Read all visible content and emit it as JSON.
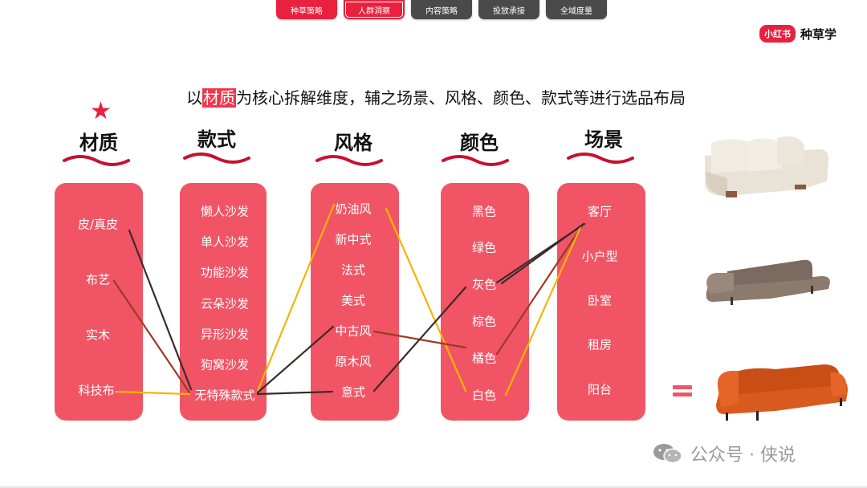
{
  "nav": {
    "tabs": [
      {
        "label": "种草策略"
      },
      {
        "label": "人群洞察"
      },
      {
        "label": "内容策略"
      },
      {
        "label": "投放承接"
      },
      {
        "label": "全域度量"
      }
    ]
  },
  "brand": {
    "badge": "小红书",
    "name": "种草学"
  },
  "headline": {
    "pre": "以",
    "highlight": "材质",
    "post": "为核心拆解维度，辅之场景、风格、颜色、款式等进行选品布局"
  },
  "columns": {
    "material": {
      "title": "材质",
      "items": [
        "皮/真皮",
        "布艺",
        "实木",
        "科技布"
      ]
    },
    "style_type": {
      "title": "款式",
      "items": [
        "懒人沙发",
        "单人沙发",
        "功能沙发",
        "云朵沙发",
        "异形沙发",
        "狗窝沙发",
        "无特殊款式"
      ]
    },
    "style": {
      "title": "风格",
      "items": [
        "奶油风",
        "新中式",
        "法式",
        "美式",
        "中古风",
        "原木风",
        "意式"
      ]
    },
    "color": {
      "title": "颜色",
      "items": [
        "黑色",
        "绿色",
        "灰色",
        "棕色",
        "橘色",
        "白色"
      ]
    },
    "scene": {
      "title": "场景",
      "items": [
        "客厅",
        "小户型",
        "卧室",
        "租房",
        "阳台"
      ]
    }
  },
  "colors": {
    "accent": "#e8213f",
    "box": "#f15565",
    "link_yellow": "#f5b400",
    "link_dark": "#3a2b2b",
    "link_brown": "#9b3b24"
  },
  "watermark": {
    "text": "公众号 · 侠说"
  },
  "icons": [
    "star-icon",
    "wechat-icon",
    "equals-icon",
    "sofa-image-cream",
    "sofa-image-grey",
    "sofa-image-orange"
  ]
}
